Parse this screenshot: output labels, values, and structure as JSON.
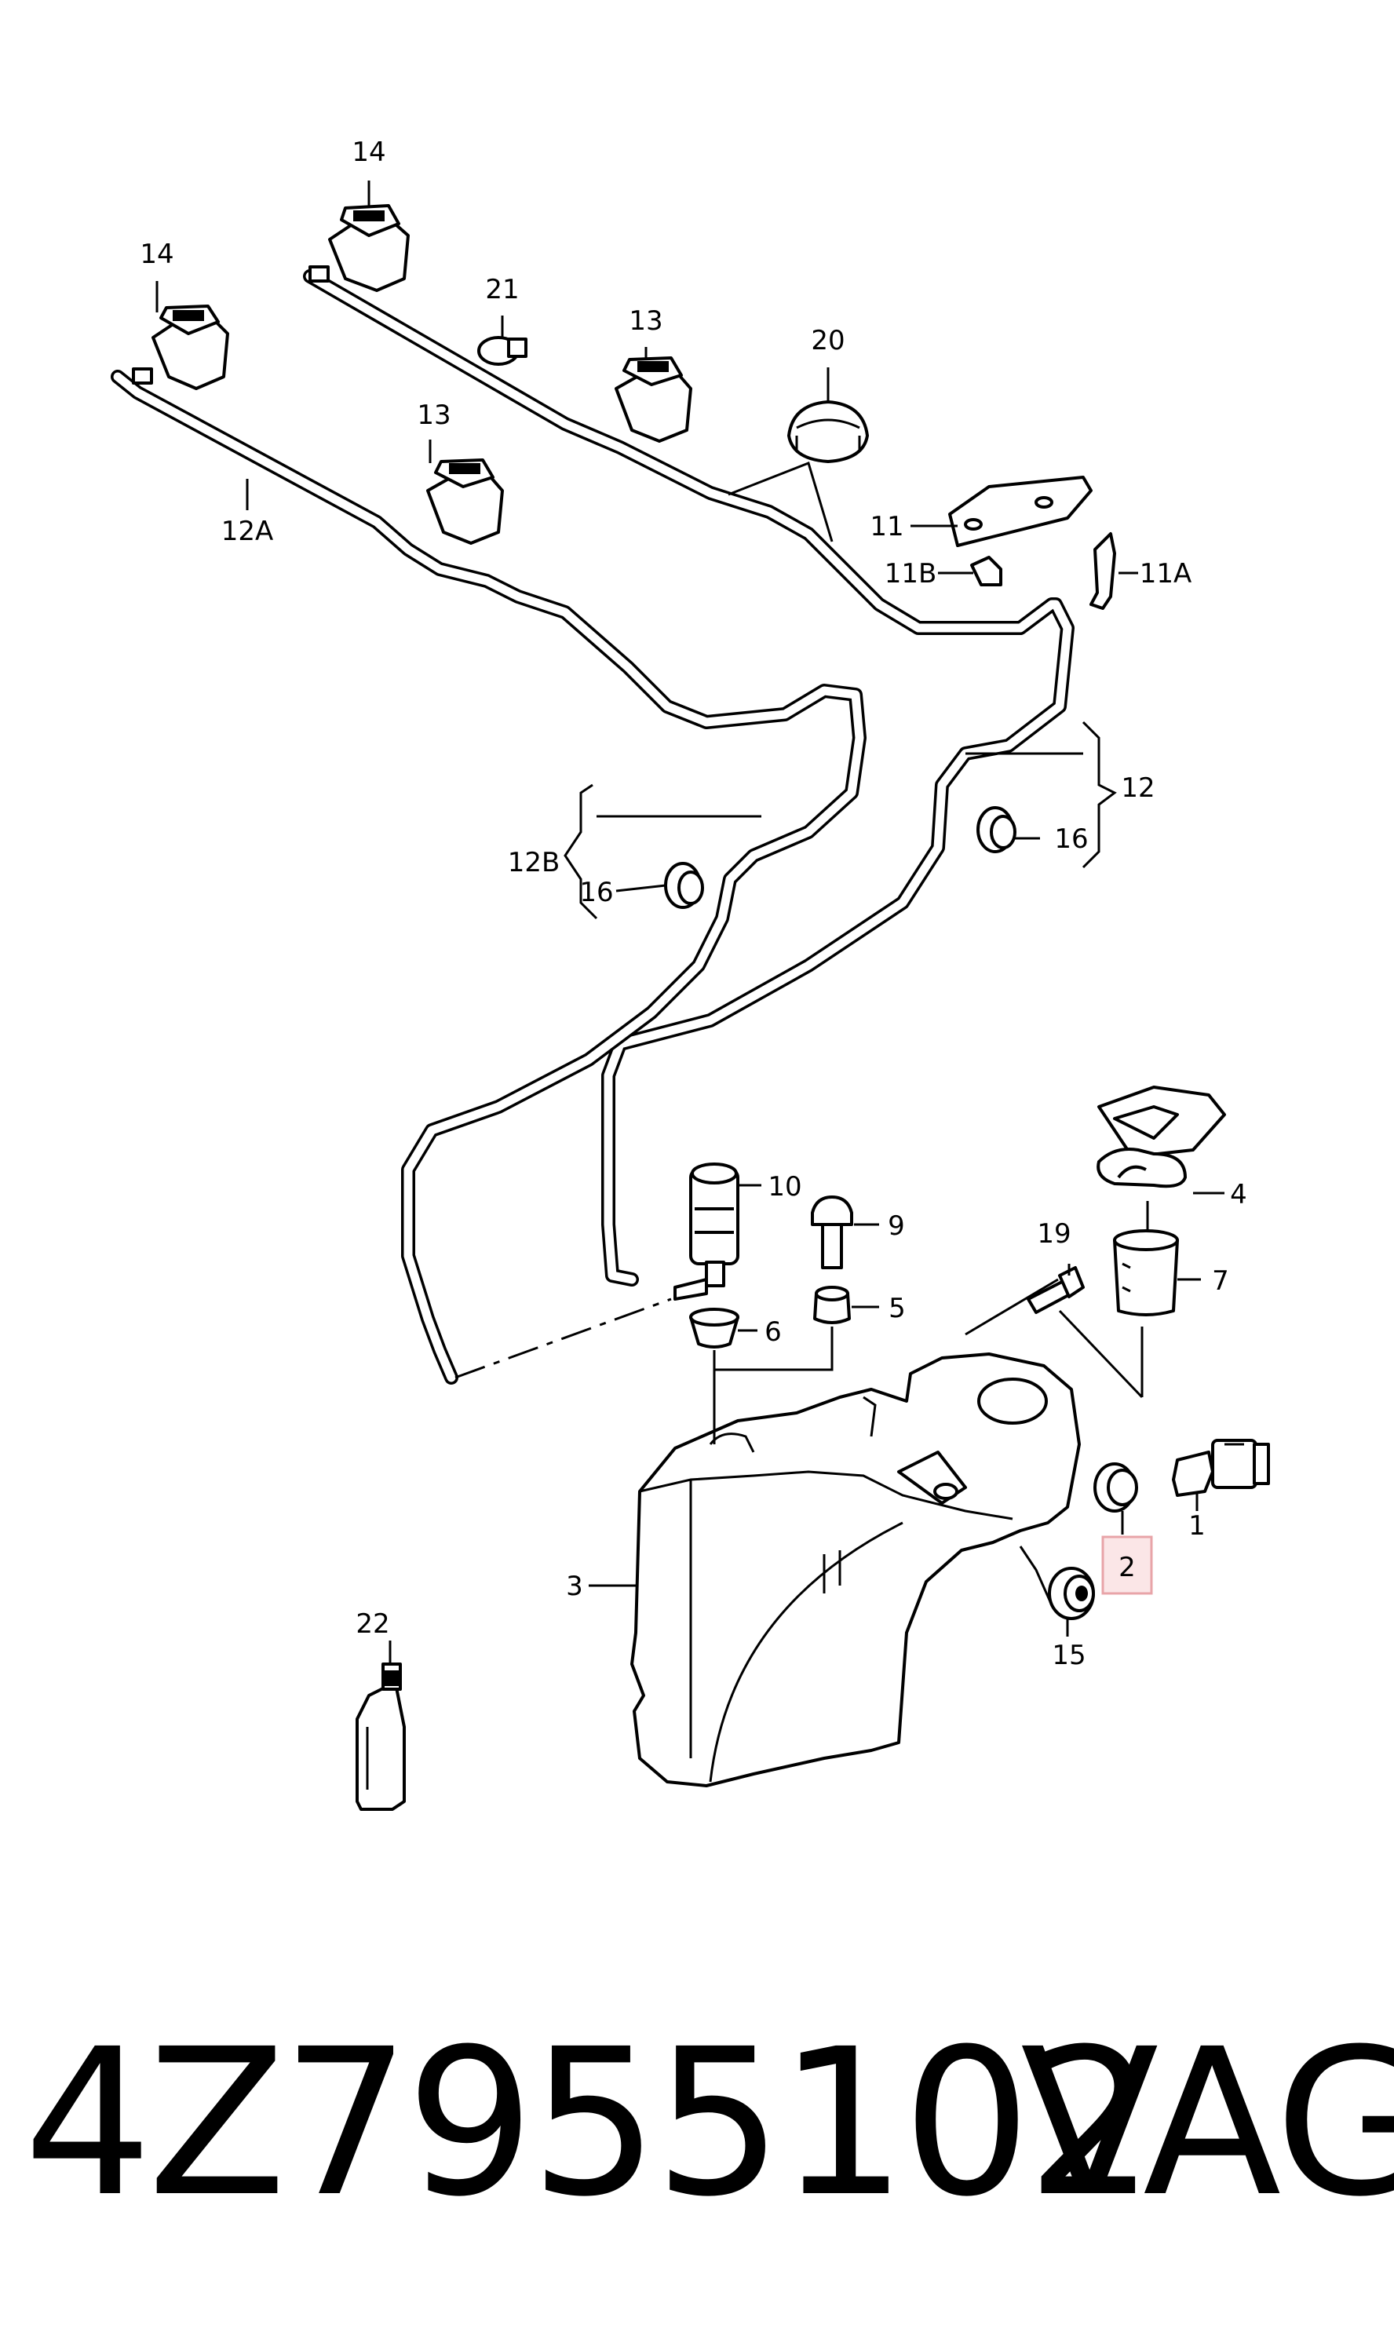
{
  "callouts": {
    "c1": "1",
    "c2": "2",
    "c3": "3",
    "c4": "4",
    "c5": "5",
    "c6": "6",
    "c7": "7",
    "c9": "9",
    "c10": "10",
    "c11": "11",
    "c11a": "11A",
    "c11b": "11B",
    "c12": "12",
    "c12a": "12A",
    "c12b": "12B",
    "c13a": "13",
    "c13b": "13",
    "c14a": "14",
    "c14b": "14",
    "c15": "15",
    "c16a": "16",
    "c16b": "16",
    "c19": "19",
    "c20": "20",
    "c21": "21",
    "c22": "22"
  },
  "highlight_color": "#e8a4a8",
  "footer": {
    "part_number": "4Z7955102",
    "brand": "VAG"
  }
}
